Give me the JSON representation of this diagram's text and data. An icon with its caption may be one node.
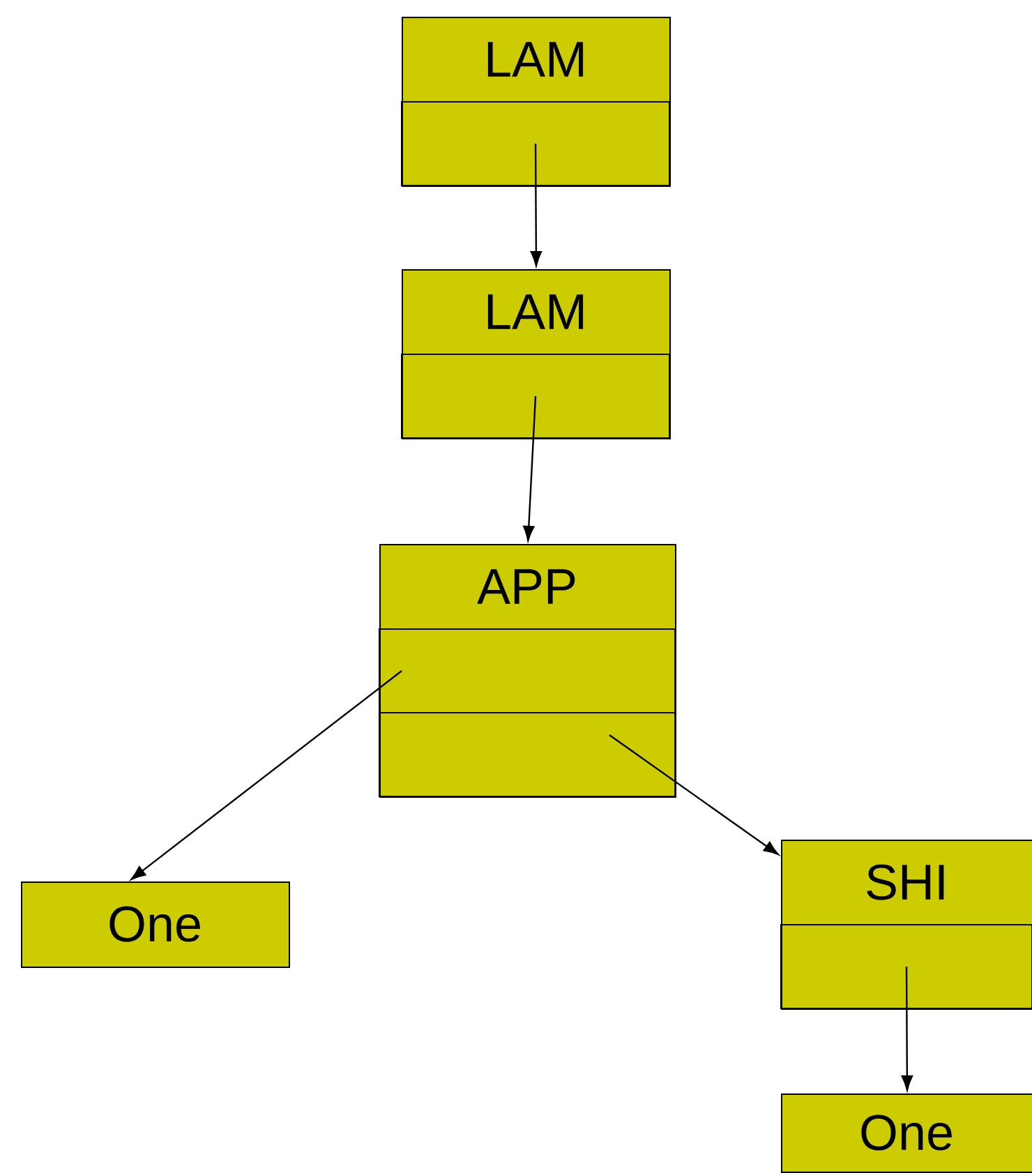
{
  "diagram": {
    "nodes": [
      {
        "text": [
          "LAM"
        ]
      },
      {
        "text": [],
        "shape": "box",
        "in": 0
      },
      {
        "text": [
          "LAM"
        ]
      },
      {
        "text": [],
        "shape": "box",
        "in": 2
      },
      {
        "text": [
          "APP"
        ]
      },
      {
        "text": [],
        "shape": "box",
        "in": 4
      },
      {
        "text": [],
        "shape": "box",
        "in": 4
      },
      {
        "text": [
          "One"
        ]
      },
      {
        "text": [
          "SHI"
        ]
      },
      {
        "text": [],
        "shape": "box",
        "in": 8
      },
      {
        "text": [
          "One"
        ]
      }
    ],
    "edges": [
      {
        "from": 1,
        "to": 2,
        "arrow": "to"
      },
      {
        "from": 3,
        "to": 4,
        "arrow": "to"
      },
      {
        "from": 5,
        "to": 7,
        "arrow": "to"
      },
      {
        "from": 6,
        "to": 8,
        "arrow": "to"
      },
      {
        "from": 9,
        "to": 10,
        "arrow": "to"
      }
    ]
  }
}
